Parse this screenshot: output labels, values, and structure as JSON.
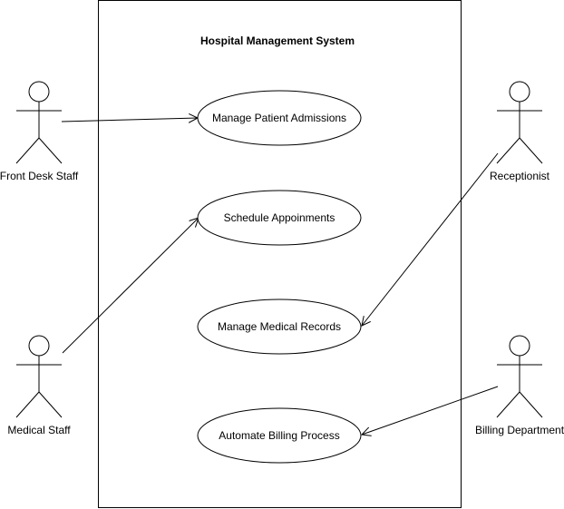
{
  "system": {
    "title": "Hospital Management System"
  },
  "actors": [
    {
      "id": "front-desk-staff",
      "label": "Front Desk Staff"
    },
    {
      "id": "medical-staff",
      "label": "Medical Staff"
    },
    {
      "id": "receptionist",
      "label": "Receptionist"
    },
    {
      "id": "billing-department",
      "label": "Billing Department"
    }
  ],
  "use_cases": [
    {
      "id": "manage-patient-admissions",
      "label": "Manage Patient Admissions"
    },
    {
      "id": "schedule-appoinments",
      "label": "Schedule Appoinments"
    },
    {
      "id": "manage-medical-records",
      "label": "Manage Medical Records"
    },
    {
      "id": "automate-billing-process",
      "label": "Automate Billing Process"
    }
  ],
  "associations": [
    {
      "from": "front-desk-staff",
      "to": "manage-patient-admissions"
    },
    {
      "from": "medical-staff",
      "to": "schedule-appoinments"
    },
    {
      "from": "receptionist",
      "to": "manage-medical-records"
    },
    {
      "from": "billing-department",
      "to": "automate-billing-process"
    }
  ]
}
